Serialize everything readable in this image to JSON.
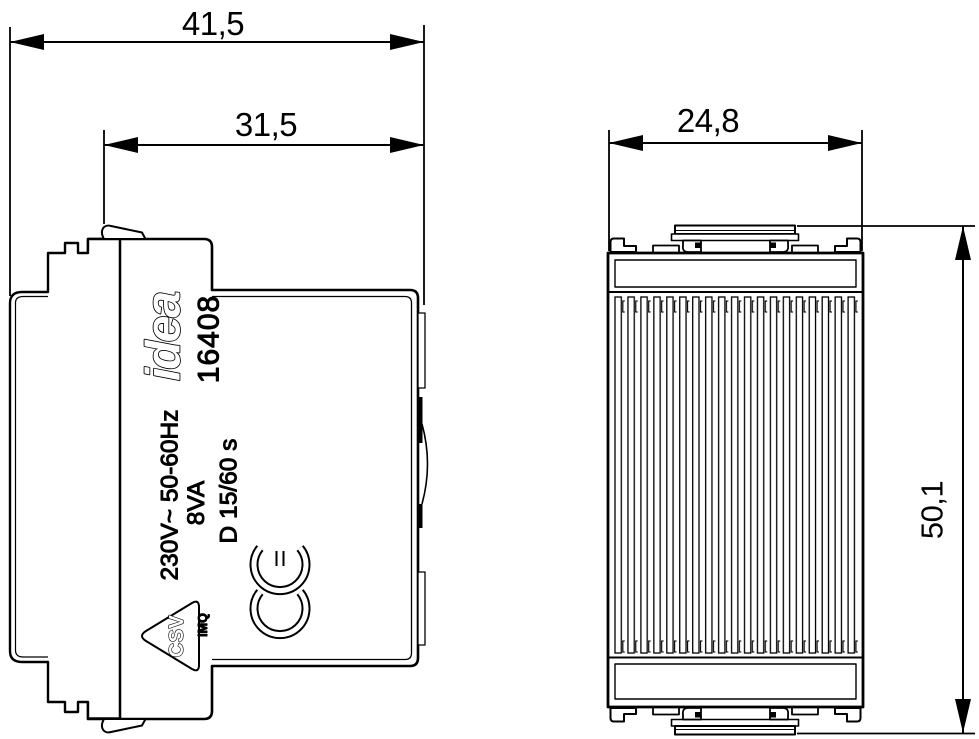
{
  "drawing": {
    "type": "technical-dimension-drawing",
    "colors": {
      "background": "#ffffff",
      "line": "#000000"
    },
    "dimensions": {
      "side_overall_width": "41,5",
      "side_body_width": "31,5",
      "front_width": "24,8",
      "front_height": "50,1"
    },
    "side_view": {
      "brand": "idea",
      "model": "16408",
      "rating_voltage": "230V~ 50-60Hz",
      "rating_power": "8VA",
      "rating_timing": "D 15/60 s",
      "ce_mark": "CE",
      "csv_label": "CSV",
      "imq_label": "IMQ"
    },
    "front_view": {
      "fin_count": 19
    }
  }
}
